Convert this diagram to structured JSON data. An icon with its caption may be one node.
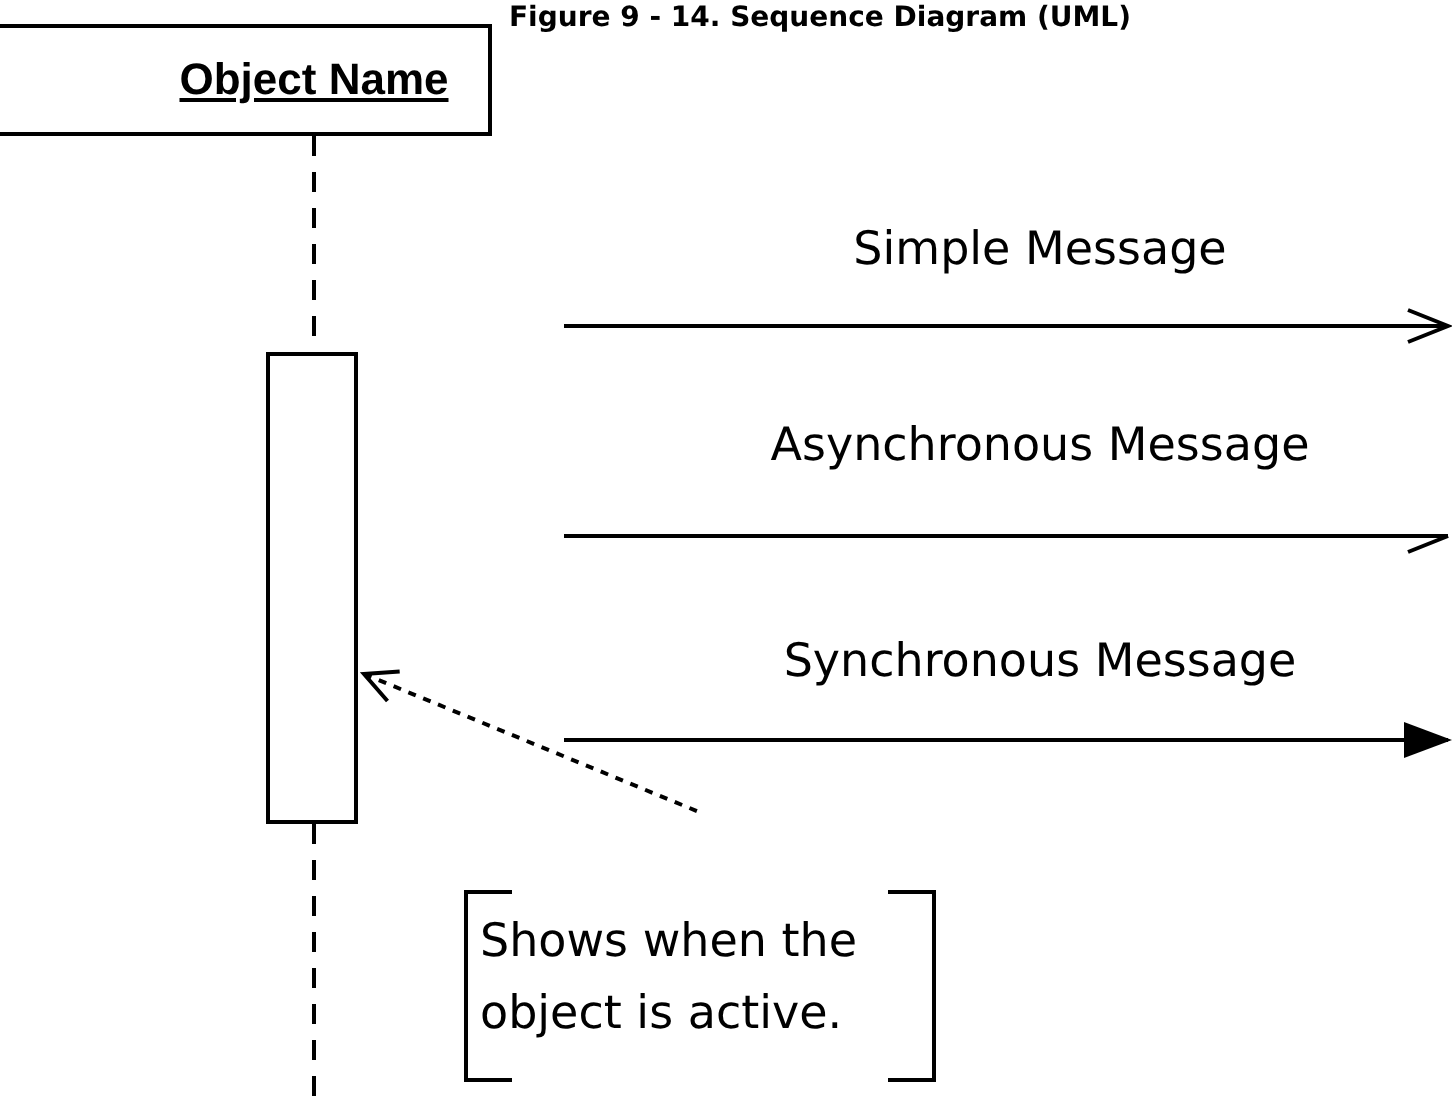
{
  "diagram": {
    "title": "Figure 9 - 14. Sequence Diagram (UML)",
    "nodes": [
      {
        "text": [
          "Object Name"
        ]
      },
      {
        "text": [],
        "shape": "bar"
      },
      {
        "text": [
          "Shows when the object is active."
        ]
      }
    ],
    "edges": [
      {
        "from": 0,
        "to": 1,
        "arrow": "none",
        "style": "dashed"
      },
      {
        "from": 1,
        "to": null,
        "arrow": "none",
        "style": "dashed"
      },
      {
        "from": 2,
        "to": 1,
        "arrow": "to",
        "style": "dashed"
      }
    ],
    "labels": [
      "Simple Message",
      "Asynchronous Message",
      "Synchronous Message"
    ]
  }
}
